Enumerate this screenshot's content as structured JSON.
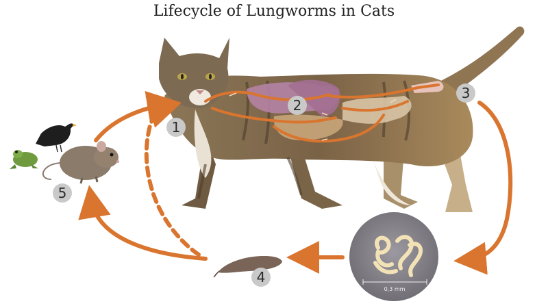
{
  "title": "Lifecycle of Lungworms in Cats",
  "stages": [
    {
      "id": 1,
      "label": "1"
    },
    {
      "id": 2,
      "label": "2"
    },
    {
      "id": 3,
      "label": "3"
    },
    {
      "id": 4,
      "label": "4"
    },
    {
      "id": 5,
      "label": "5"
    }
  ],
  "scale_label": "0,3 mm",
  "colors": {
    "arrow": "#d9752e",
    "badge": "#c9c9c9",
    "larva_circle": "#8d8a90",
    "cat_fur": "#8a7050",
    "organs": "#b07a9c"
  }
}
